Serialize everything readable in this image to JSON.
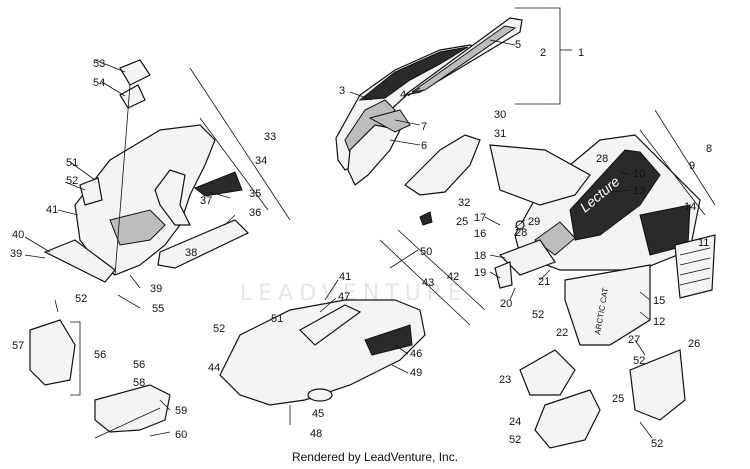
{
  "watermark": {
    "text": "LEADVENTURE"
  },
  "footer": {
    "text": "Rendered by LeadVenture, Inc."
  },
  "callouts": [
    {
      "id": "1",
      "label": "1"
    },
    {
      "id": "2",
      "label": "2"
    },
    {
      "id": "3",
      "label": "3"
    },
    {
      "id": "4",
      "label": "4"
    },
    {
      "id": "5",
      "label": "5"
    },
    {
      "id": "6",
      "label": "6"
    },
    {
      "id": "7",
      "label": "7"
    },
    {
      "id": "8",
      "label": "8"
    },
    {
      "id": "9",
      "label": "9"
    },
    {
      "id": "10",
      "label": "10"
    },
    {
      "id": "11",
      "label": "11"
    },
    {
      "id": "12",
      "label": "12"
    },
    {
      "id": "13",
      "label": "13"
    },
    {
      "id": "14",
      "label": "14"
    },
    {
      "id": "15",
      "label": "15"
    },
    {
      "id": "16",
      "label": "16"
    },
    {
      "id": "17",
      "label": "17"
    },
    {
      "id": "18",
      "label": "18"
    },
    {
      "id": "19",
      "label": "19"
    },
    {
      "id": "20",
      "label": "20"
    },
    {
      "id": "21",
      "label": "21"
    },
    {
      "id": "22",
      "label": "22"
    },
    {
      "id": "23",
      "label": "23"
    },
    {
      "id": "24",
      "label": "24"
    },
    {
      "id": "25a",
      "label": "25"
    },
    {
      "id": "25b",
      "label": "25"
    },
    {
      "id": "26",
      "label": "26"
    },
    {
      "id": "27",
      "label": "27"
    },
    {
      "id": "28a",
      "label": "28"
    },
    {
      "id": "28b",
      "label": "28"
    },
    {
      "id": "29",
      "label": "29"
    },
    {
      "id": "30",
      "label": "30"
    },
    {
      "id": "31",
      "label": "31"
    },
    {
      "id": "32",
      "label": "32"
    },
    {
      "id": "33",
      "label": "33"
    },
    {
      "id": "34",
      "label": "34"
    },
    {
      "id": "35",
      "label": "35"
    },
    {
      "id": "36",
      "label": "36"
    },
    {
      "id": "37",
      "label": "37"
    },
    {
      "id": "38",
      "label": "38"
    },
    {
      "id": "39a",
      "label": "39"
    },
    {
      "id": "39b",
      "label": "39"
    },
    {
      "id": "40",
      "label": "40"
    },
    {
      "id": "41a",
      "label": "41"
    },
    {
      "id": "41b",
      "label": "41"
    },
    {
      "id": "42",
      "label": "42"
    },
    {
      "id": "43",
      "label": "43"
    },
    {
      "id": "44",
      "label": "44"
    },
    {
      "id": "45",
      "label": "45"
    },
    {
      "id": "46",
      "label": "46"
    },
    {
      "id": "47",
      "label": "47"
    },
    {
      "id": "48",
      "label": "48"
    },
    {
      "id": "49",
      "label": "49"
    },
    {
      "id": "50",
      "label": "50"
    },
    {
      "id": "51a",
      "label": "51"
    },
    {
      "id": "51b",
      "label": "51"
    },
    {
      "id": "52a",
      "label": "52"
    },
    {
      "id": "52b",
      "label": "52"
    },
    {
      "id": "52c",
      "label": "52"
    },
    {
      "id": "52d",
      "label": "52"
    },
    {
      "id": "52e",
      "label": "52"
    },
    {
      "id": "52f",
      "label": "52"
    },
    {
      "id": "52g",
      "label": "52"
    },
    {
      "id": "53",
      "label": "53"
    },
    {
      "id": "54",
      "label": "54"
    },
    {
      "id": "55",
      "label": "55"
    },
    {
      "id": "56a",
      "label": "56"
    },
    {
      "id": "56b",
      "label": "56"
    },
    {
      "id": "57",
      "label": "57"
    },
    {
      "id": "58",
      "label": "58"
    },
    {
      "id": "59",
      "label": "59"
    },
    {
      "id": "60",
      "label": "60"
    }
  ],
  "decals": {
    "logo_text": "Lecture",
    "side_text": "ARCTIC CAT"
  }
}
